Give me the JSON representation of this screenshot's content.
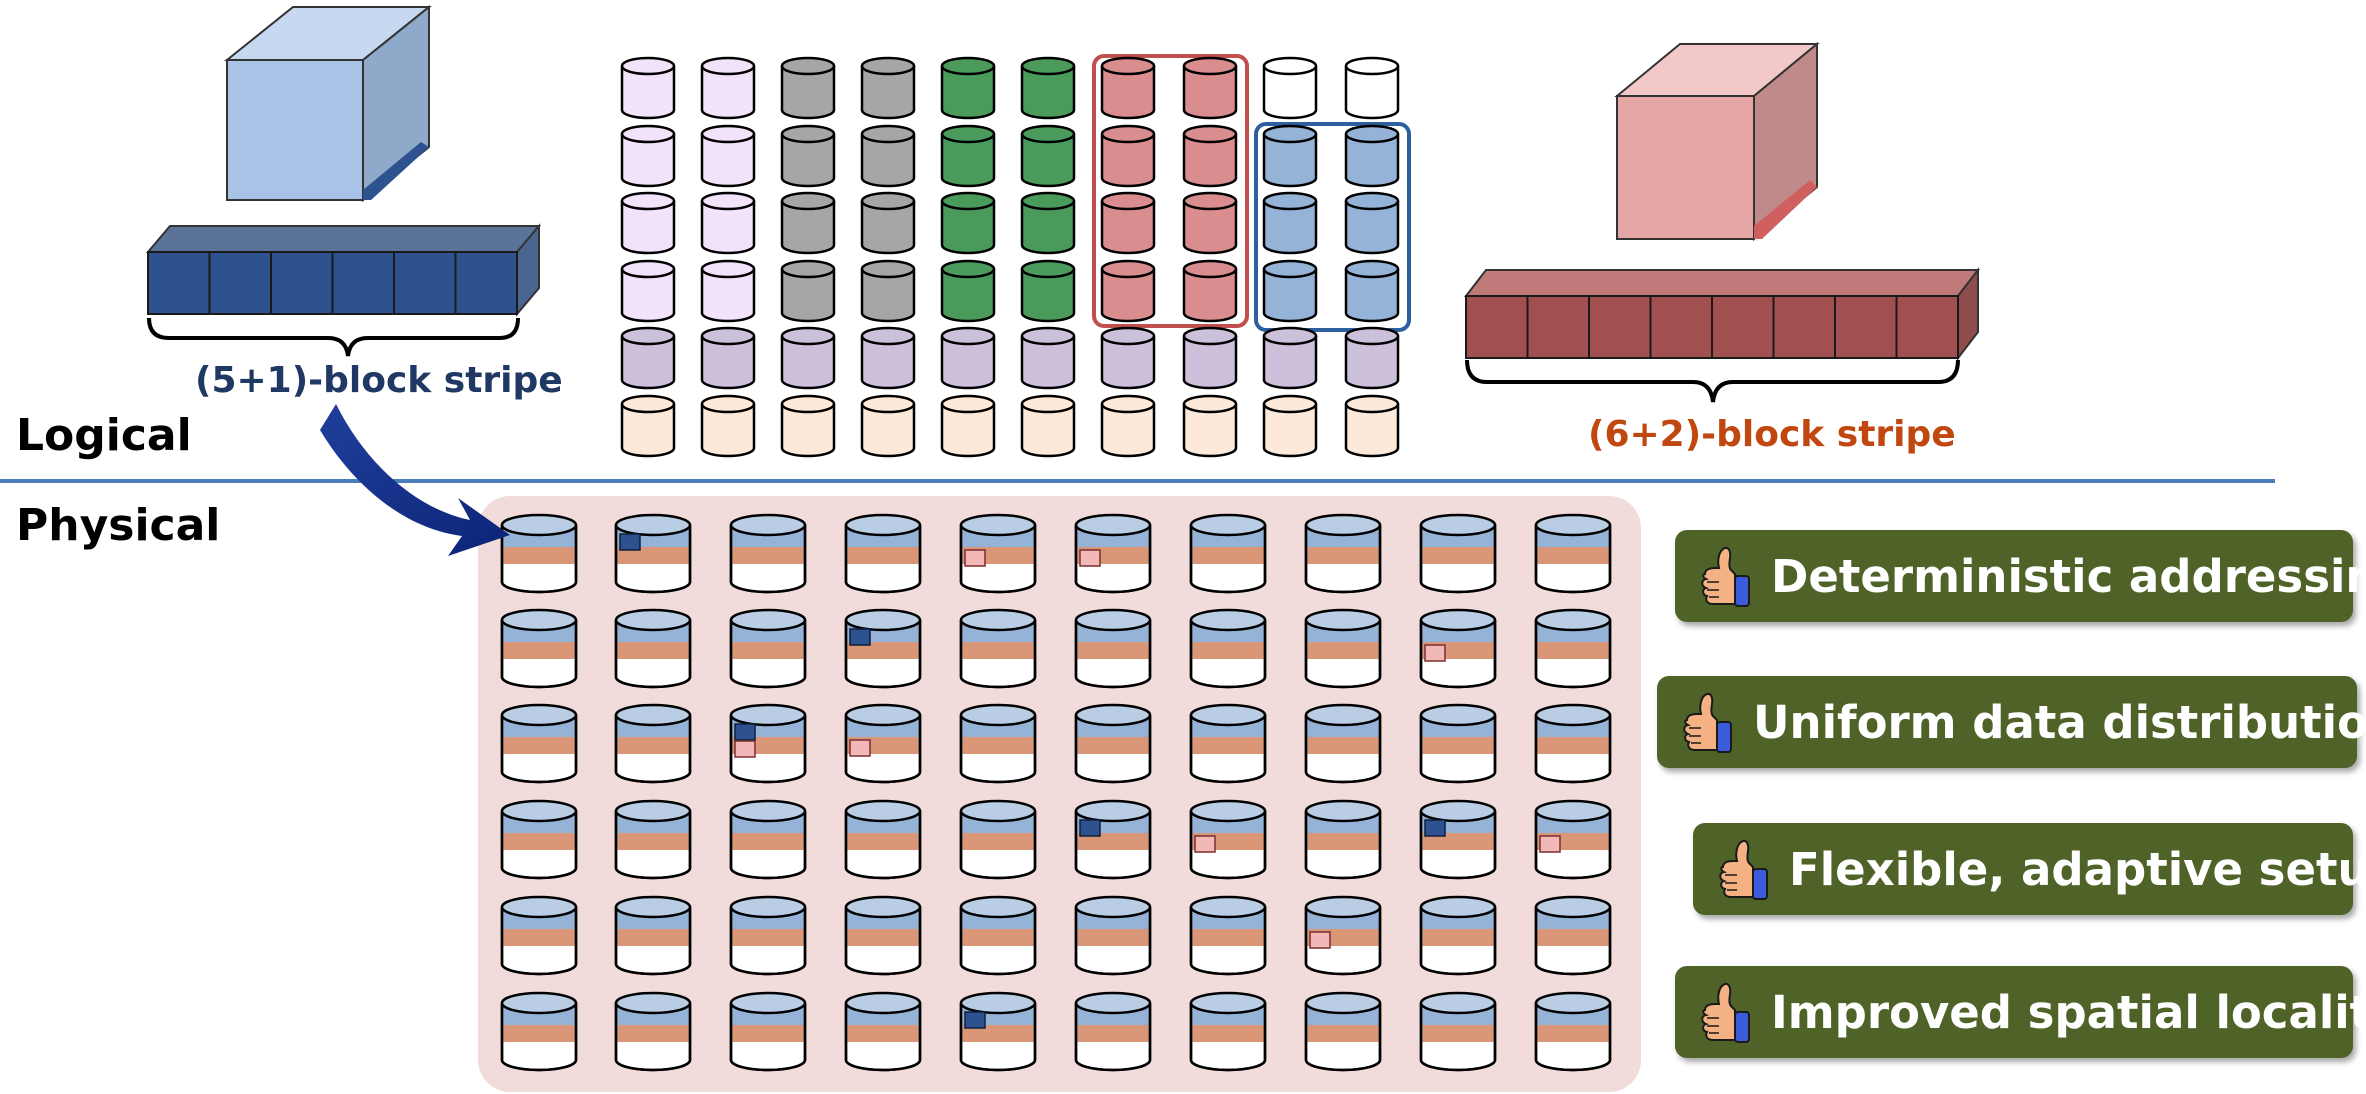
{
  "labels": {
    "logical": "Logical",
    "physical": "Physical",
    "stripe_a": "(5+1)-block stripe",
    "stripe_b": "(6+2)-block stripe"
  },
  "colors": {
    "lavender": "#f1e3f9",
    "gray": "#a6a6a6",
    "green": "#4a9a5c",
    "red": "#d98d8f",
    "white": "#ffffff",
    "blue": "#95b3d7",
    "purple": "#ccc0da",
    "peach": "#fde9d9",
    "dark_blue": "#2e528f",
    "dark_red": "#a0504f",
    "benefit_bg": "#4f6228"
  },
  "logical_grid": {
    "columns": 10,
    "rows": [
      [
        "lavender",
        "lavender",
        "gray",
        "gray",
        "green",
        "green",
        "red",
        "red",
        "white",
        "white"
      ],
      [
        "lavender",
        "lavender",
        "gray",
        "gray",
        "green",
        "green",
        "red",
        "red",
        "blue",
        "blue"
      ],
      [
        "lavender",
        "lavender",
        "gray",
        "gray",
        "green",
        "green",
        "red",
        "red",
        "blue",
        "blue"
      ],
      [
        "lavender",
        "lavender",
        "gray",
        "gray",
        "green",
        "green",
        "red",
        "red",
        "blue",
        "blue"
      ],
      [
        "purple",
        "purple",
        "purple",
        "purple",
        "purple",
        "purple",
        "purple",
        "purple",
        "purple",
        "purple"
      ],
      [
        "peach",
        "peach",
        "peach",
        "peach",
        "peach",
        "peach",
        "peach",
        "peach",
        "peach",
        "peach"
      ]
    ]
  },
  "stripe_a_blocks": 6,
  "stripe_b_blocks": 8,
  "physical_grid": {
    "rows": 6,
    "columns": 10,
    "blue_blocks": [
      [
        0,
        1
      ],
      [
        1,
        3
      ],
      [
        2,
        2
      ],
      [
        3,
        5
      ],
      [
        3,
        8
      ],
      [
        5,
        4
      ]
    ],
    "red_blocks": [
      [
        0,
        4
      ],
      [
        0,
        5
      ],
      [
        1,
        8
      ],
      [
        2,
        2
      ],
      [
        2,
        3
      ],
      [
        3,
        6
      ],
      [
        3,
        9
      ],
      [
        4,
        7
      ]
    ]
  },
  "benefits": [
    {
      "text": "Deterministic addressing",
      "icon": "thumbs-up-icon"
    },
    {
      "text": "Uniform data distribution",
      "icon": "thumbs-up-icon"
    },
    {
      "text": "Flexible, adaptive setup",
      "icon": "thumbs-up-icon"
    },
    {
      "text": "Improved spatial locality",
      "icon": "thumbs-up-icon"
    }
  ]
}
